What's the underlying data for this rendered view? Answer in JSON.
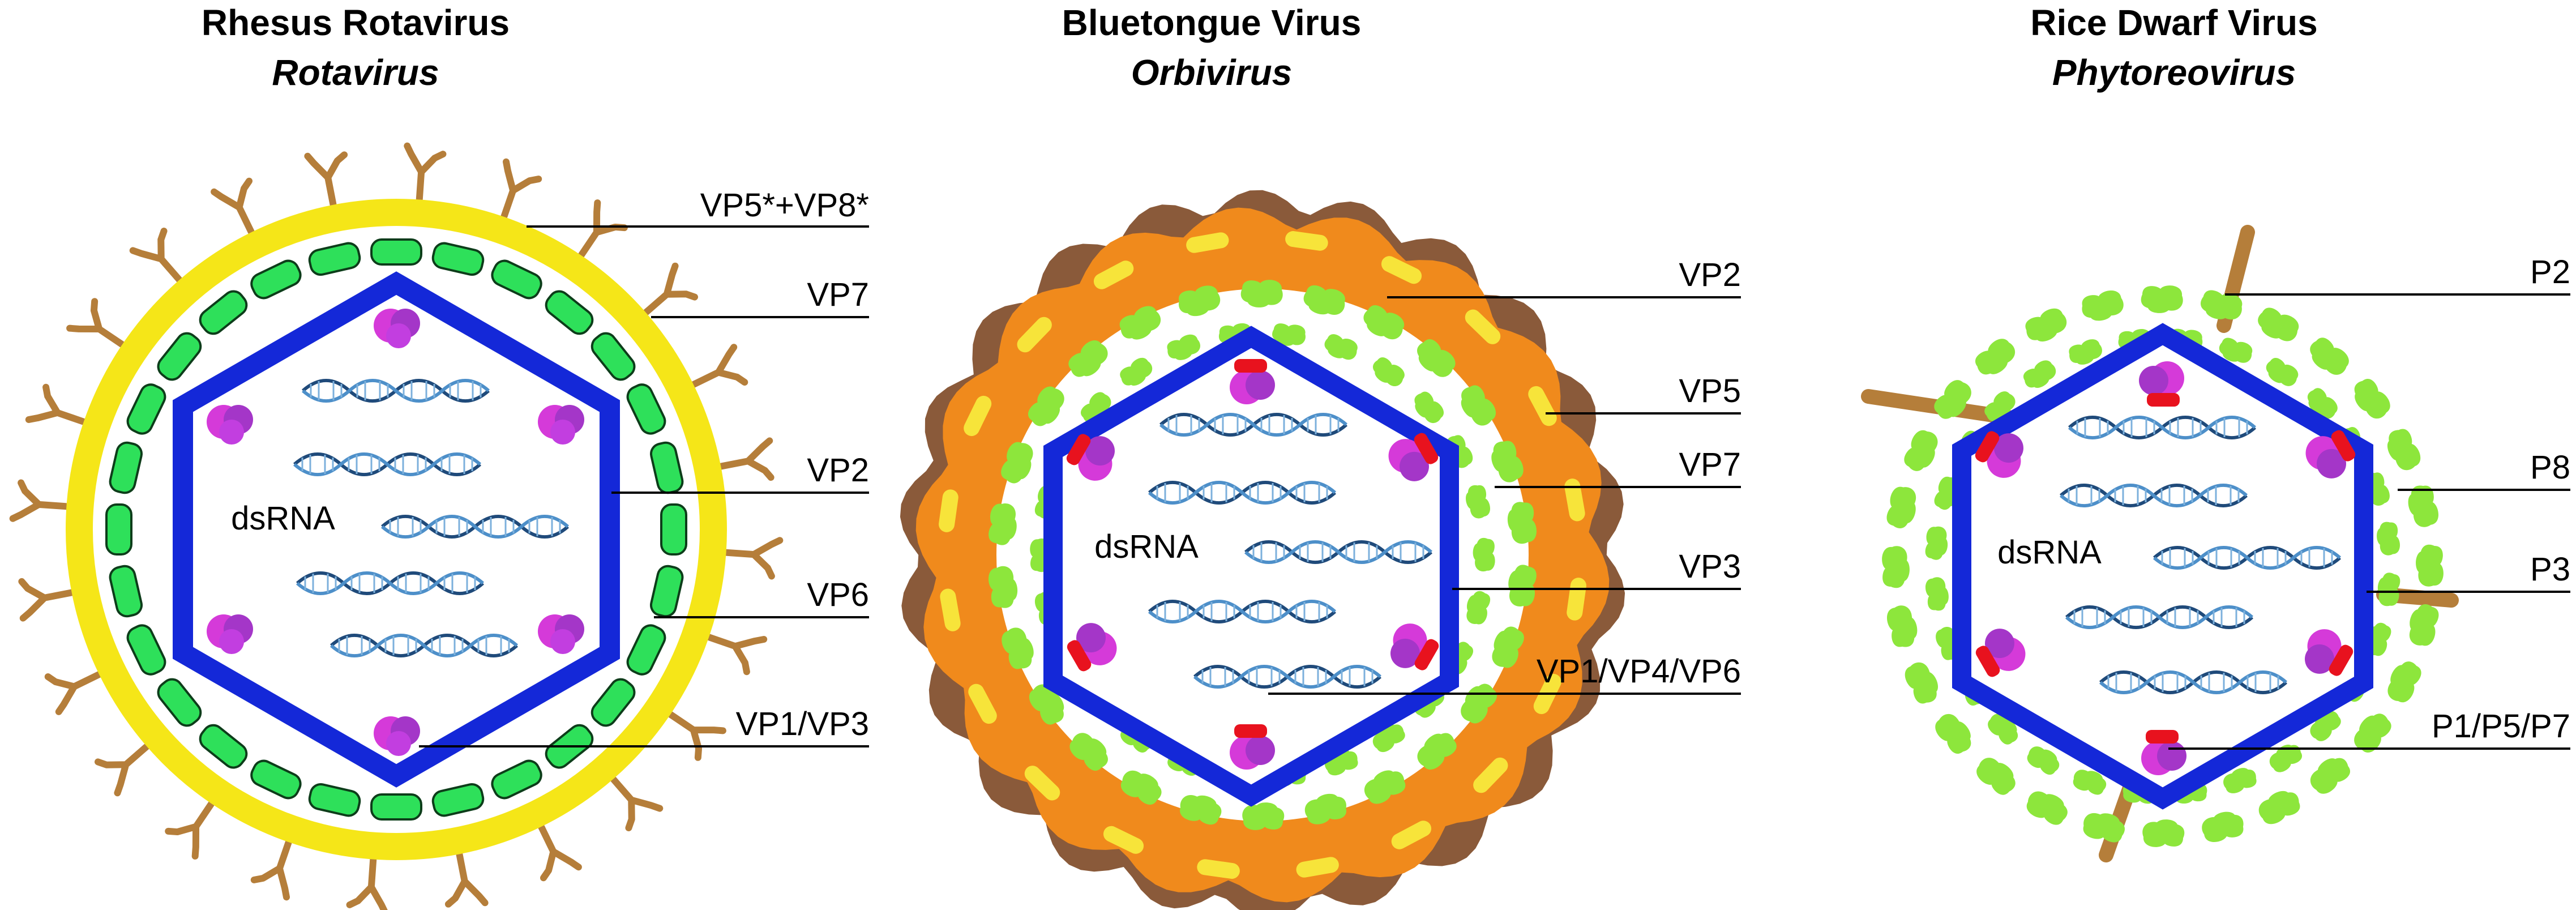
{
  "panels": [
    {
      "title": "Rhesus Rotavirus",
      "genus": "Rotavirus",
      "genome_label": "dsRNA",
      "labels": [
        "VP5*+VP8*",
        "VP7",
        "VP2",
        "VP6",
        "VP1/VP3"
      ]
    },
    {
      "title": "Bluetongue Virus",
      "genus": "Orbivirus",
      "genome_label": "dsRNA",
      "labels": [
        "VP2",
        "VP5",
        "VP7",
        "VP3",
        "VP1/VP4/VP6"
      ]
    },
    {
      "title": "Rice Dwarf Virus",
      "genus": "Phytoreovirus",
      "genome_label": "dsRNA",
      "labels": [
        "P2",
        "P8",
        "P3",
        "P1/P5/P7"
      ]
    }
  ],
  "colors": {
    "inner_capsid": "#1428d8",
    "outer_ring_rotavirus": "#f5e618",
    "vp6_blocks": "#2ee05a",
    "spikes": "#b57e3a",
    "orbi_outer": "#f08a1c",
    "orbi_brown": "#8a5a3a",
    "orbi_yellow": "#f7e43a",
    "light_green": "#8de63c",
    "polymerase": "#d53ad9",
    "polymerase_red": "#e8121e",
    "dna": "#1f4a7a"
  }
}
